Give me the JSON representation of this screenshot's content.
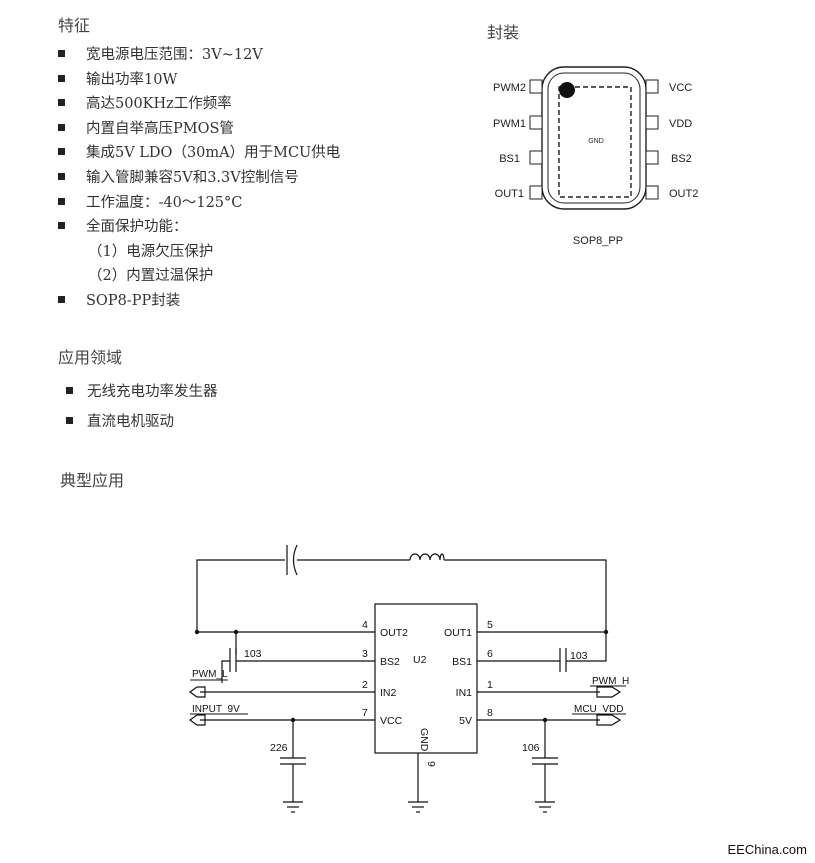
{
  "features": {
    "heading": "特征",
    "items": [
      "宽电源电压范围：3V~12V",
      "输出功率10W",
      "高达500KHz工作频率",
      "内置自举高压PMOS管",
      "集成5V LDO（30mA）用于MCU供电",
      "输入管脚兼容5V和3.3V控制信号",
      "工作温度：-40～125°C",
      "全面保护功能："
    ],
    "sub_items": [
      "（1）电源欠压保护",
      "（2）内置过温保护"
    ],
    "last_item": "SOP8-PP封装"
  },
  "package": {
    "heading": "封装",
    "left_pins": [
      "PWM2",
      "PWM1",
      "BS1",
      "OUT1"
    ],
    "right_pins": [
      "VCC",
      "VDD",
      "BS2",
      "OUT2"
    ],
    "center_label": "GND",
    "caption": "SOP8_PP"
  },
  "applications": {
    "heading": "应用领域",
    "items": [
      "无线充电功率发生器",
      "直流电机驱动"
    ]
  },
  "typical": {
    "heading": "典型应用",
    "chip_name": "U2",
    "left_pin_numbers": [
      "4",
      "3",
      "2",
      "7"
    ],
    "left_pin_names": [
      "OUT2",
      "BS2",
      "IN2",
      "VCC"
    ],
    "right_pin_numbers": [
      "5",
      "6",
      "1",
      "8"
    ],
    "right_pin_names": [
      "OUT1",
      "BS1",
      "IN1",
      "5V"
    ],
    "gnd_pin_name": "GND",
    "gnd_pin_number": "9",
    "cap_bs2": "103",
    "cap_bs1": "103",
    "cap_vcc": "226",
    "cap_5v": "106",
    "net_pwm_l": "PWM_L",
    "net_input": "INPUT_9V",
    "net_pwm_h": "PWM_H",
    "net_mcu": "MCU_VDD"
  },
  "footer": "EEChina.com"
}
